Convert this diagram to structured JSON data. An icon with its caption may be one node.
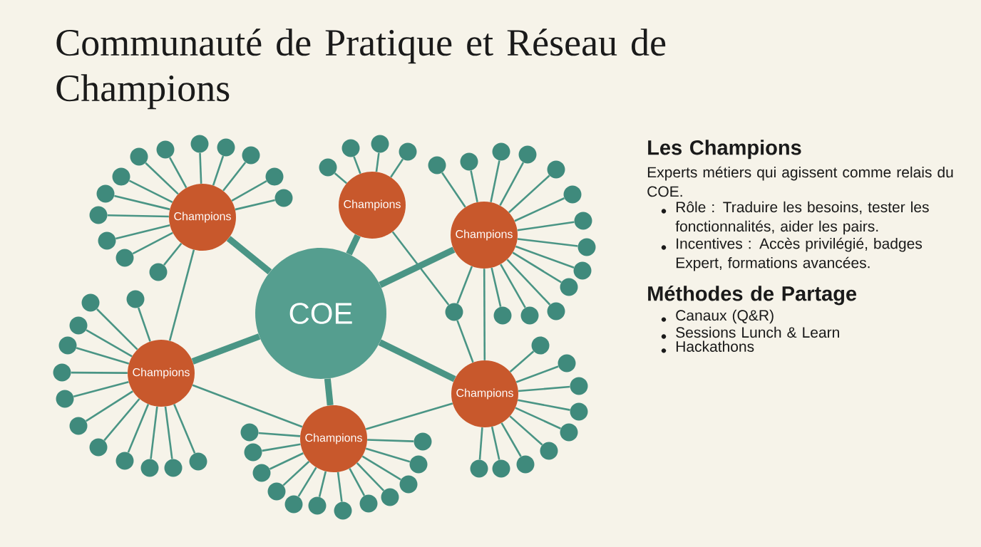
{
  "diagram": {
    "title": "Communauté de Pratique et Réseau de Champions",
    "nodes": [
      {
        "text": [
          "COE"
        ]
      },
      {
        "text": [
          "Champions"
        ]
      },
      {
        "text": [
          "Champions"
        ]
      },
      {
        "text": [
          "Champions"
        ]
      },
      {
        "text": [
          "Champions"
        ]
      },
      {
        "text": [
          "Champions"
        ]
      },
      {
        "text": [
          "Champions"
        ]
      },
      {
        "text": [],
        "shape": "circle"
      },
      {
        "text": [],
        "shape": "circle"
      },
      {
        "text": [],
        "shape": "circle"
      },
      {
        "text": [],
        "shape": "circle"
      },
      {
        "text": [],
        "shape": "circle"
      },
      {
        "text": [],
        "shape": "circle"
      },
      {
        "text": [],
        "shape": "circle"
      },
      {
        "text": [],
        "shape": "circle"
      },
      {
        "text": [],
        "shape": "circle"
      },
      {
        "text": [],
        "shape": "circle"
      },
      {
        "text": [],
        "shape": "circle"
      },
      {
        "text": [],
        "shape": "circle"
      },
      {
        "text": [],
        "shape": "circle"
      },
      {
        "text": [],
        "shape": "circle"
      },
      {
        "text": [],
        "shape": "circle"
      },
      {
        "text": [],
        "shape": "circle"
      },
      {
        "text": [],
        "shape": "circle"
      },
      {
        "text": [],
        "shape": "circle"
      },
      {
        "text": [],
        "shape": "circle"
      },
      {
        "text": [],
        "shape": "circle"
      },
      {
        "text": [],
        "shape": "circle"
      },
      {
        "text": [],
        "shape": "circle"
      },
      {
        "text": [],
        "shape": "circle"
      },
      {
        "text": [],
        "shape": "circle"
      },
      {
        "text": [],
        "shape": "circle"
      },
      {
        "text": [],
        "shape": "circle"
      },
      {
        "text": [],
        "shape": "circle"
      },
      {
        "text": [],
        "shape": "circle"
      },
      {
        "text": [],
        "shape": "circle"
      },
      {
        "text": [],
        "shape": "circle"
      },
      {
        "text": [],
        "shape": "circle"
      },
      {
        "text": [],
        "shape": "circle"
      },
      {
        "text": [],
        "shape": "circle"
      },
      {
        "text": [],
        "shape": "circle"
      },
      {
        "text": [],
        "shape": "circle"
      },
      {
        "text": [],
        "shape": "circle"
      },
      {
        "text": [],
        "shape": "circle"
      },
      {
        "text": [],
        "shape": "circle"
      },
      {
        "text": [],
        "shape": "circle"
      },
      {
        "text": [],
        "shape": "circle"
      },
      {
        "text": [],
        "shape": "circle"
      },
      {
        "text": [],
        "shape": "circle"
      },
      {
        "text": [],
        "shape": "circle"
      },
      {
        "text": [],
        "shape": "circle"
      },
      {
        "text": [],
        "shape": "circle"
      },
      {
        "text": [],
        "shape": "circle"
      },
      {
        "text": [],
        "shape": "circle"
      },
      {
        "text": [],
        "shape": "circle"
      },
      {
        "text": [],
        "shape": "circle"
      },
      {
        "text": [],
        "shape": "circle"
      },
      {
        "text": [],
        "shape": "circle"
      },
      {
        "text": [],
        "shape": "circle"
      },
      {
        "text": [],
        "shape": "circle"
      },
      {
        "text": [],
        "shape": "circle"
      },
      {
        "text": [],
        "shape": "circle"
      },
      {
        "text": [],
        "shape": "circle"
      },
      {
        "text": [],
        "shape": "circle"
      },
      {
        "text": [],
        "shape": "circle"
      },
      {
        "text": [],
        "shape": "circle"
      },
      {
        "text": [],
        "shape": "circle"
      },
      {
        "text": [],
        "shape": "circle"
      },
      {
        "text": [],
        "shape": "circle"
      },
      {
        "text": [],
        "shape": "circle"
      },
      {
        "text": [],
        "shape": "circle"
      }
    ],
    "edges": [
      {
        "from": 0,
        "to": 1,
        "arrow": "none",
        "style": "thick"
      },
      {
        "from": 0,
        "to": 2,
        "arrow": "none",
        "style": "thick"
      },
      {
        "from": 0,
        "to": 3,
        "arrow": "none",
        "style": "thick"
      },
      {
        "from": 0,
        "to": 4,
        "arrow": "none",
        "style": "thick"
      },
      {
        "from": 0,
        "to": 5,
        "arrow": "none",
        "style": "thick"
      },
      {
        "from": 0,
        "to": 6,
        "arrow": "none",
        "style": "thick"
      },
      {
        "from": 1,
        "to": 7,
        "arrow": "none"
      },
      {
        "from": 1,
        "to": 8,
        "arrow": "none"
      },
      {
        "from": 1,
        "to": 9,
        "arrow": "none"
      },
      {
        "from": 1,
        "to": 10,
        "arrow": "none"
      },
      {
        "from": 1,
        "to": 11,
        "arrow": "none"
      },
      {
        "from": 1,
        "to": 12,
        "arrow": "none"
      },
      {
        "from": 1,
        "to": 13,
        "arrow": "none"
      },
      {
        "from": 1,
        "to": 14,
        "arrow": "none"
      },
      {
        "from": 1,
        "to": 15,
        "arrow": "none"
      },
      {
        "from": 1,
        "to": 16,
        "arrow": "none"
      },
      {
        "from": 1,
        "to": 17,
        "arrow": "none"
      },
      {
        "from": 1,
        "to": 18,
        "arrow": "none"
      },
      {
        "from": 1,
        "to": 19,
        "arrow": "none"
      },
      {
        "from": 2,
        "to": 20,
        "arrow": "none"
      },
      {
        "from": 2,
        "to": 21,
        "arrow": "none"
      },
      {
        "from": 2,
        "to": 22,
        "arrow": "none"
      },
      {
        "from": 2,
        "to": 23,
        "arrow": "none"
      },
      {
        "from": 3,
        "to": 24,
        "arrow": "none"
      },
      {
        "from": 3,
        "to": 25,
        "arrow": "none"
      },
      {
        "from": 3,
        "to": 26,
        "arrow": "none"
      },
      {
        "from": 3,
        "to": 27,
        "arrow": "none"
      },
      {
        "from": 3,
        "to": 28,
        "arrow": "none"
      },
      {
        "from": 3,
        "to": 29,
        "arrow": "none"
      },
      {
        "from": 3,
        "to": 30,
        "arrow": "none"
      },
      {
        "from": 3,
        "to": 31,
        "arrow": "none"
      },
      {
        "from": 3,
        "to": 32,
        "arrow": "none"
      },
      {
        "from": 3,
        "to": 33,
        "arrow": "none"
      },
      {
        "from": 3,
        "to": 34,
        "arrow": "none"
      },
      {
        "from": 3,
        "to": 35,
        "arrow": "none"
      },
      {
        "from": 3,
        "to": 36,
        "arrow": "none"
      },
      {
        "from": 4,
        "to": 38,
        "arrow": "none"
      },
      {
        "from": 4,
        "to": 39,
        "arrow": "none"
      },
      {
        "from": 4,
        "to": 40,
        "arrow": "none"
      },
      {
        "from": 4,
        "to": 41,
        "arrow": "none"
      },
      {
        "from": 4,
        "to": 42,
        "arrow": "none"
      },
      {
        "from": 4,
        "to": 43,
        "arrow": "none"
      },
      {
        "from": 4,
        "to": 44,
        "arrow": "none"
      },
      {
        "from": 4,
        "to": 45,
        "arrow": "none"
      },
      {
        "from": 4,
        "to": 46,
        "arrow": "none"
      },
      {
        "from": 4,
        "to": 47,
        "arrow": "none"
      },
      {
        "from": 4,
        "to": 48,
        "arrow": "none"
      },
      {
        "from": 4,
        "to": 49,
        "arrow": "none"
      },
      {
        "from": 5,
        "to": 50,
        "arrow": "none"
      },
      {
        "from": 5,
        "to": 51,
        "arrow": "none"
      },
      {
        "from": 5,
        "to": 52,
        "arrow": "none"
      },
      {
        "from": 5,
        "to": 53,
        "arrow": "none"
      },
      {
        "from": 5,
        "to": 54,
        "arrow": "none"
      },
      {
        "from": 5,
        "to": 55,
        "arrow": "none"
      },
      {
        "from": 5,
        "to": 56,
        "arrow": "none"
      },
      {
        "from": 5,
        "to": 57,
        "arrow": "none"
      },
      {
        "from": 5,
        "to": 58,
        "arrow": "none"
      },
      {
        "from": 5,
        "to": 59,
        "arrow": "none"
      },
      {
        "from": 5,
        "to": 60,
        "arrow": "none"
      },
      {
        "from": 5,
        "to": 61,
        "arrow": "none"
      },
      {
        "from": 6,
        "to": 62,
        "arrow": "none"
      },
      {
        "from": 6,
        "to": 63,
        "arrow": "none"
      },
      {
        "from": 6,
        "to": 64,
        "arrow": "none"
      },
      {
        "from": 6,
        "to": 65,
        "arrow": "none"
      },
      {
        "from": 6,
        "to": 66,
        "arrow": "none"
      },
      {
        "from": 6,
        "to": 67,
        "arrow": "none"
      },
      {
        "from": 6,
        "to": 68,
        "arrow": "none"
      },
      {
        "from": 6,
        "to": 69,
        "arrow": "none"
      },
      {
        "from": 6,
        "to": 70,
        "arrow": "none"
      },
      {
        "from": 1,
        "to": 4,
        "arrow": "none"
      },
      {
        "from": 4,
        "to": 5,
        "arrow": "none"
      },
      {
        "from": 5,
        "to": 6,
        "arrow": "none"
      },
      {
        "from": 3,
        "to": 6,
        "arrow": "none"
      },
      {
        "from": 2,
        "to": 37,
        "arrow": "none"
      },
      {
        "from": 3,
        "to": 37,
        "arrow": "none"
      },
      {
        "from": 37,
        "to": 6,
        "arrow": "none"
      }
    ],
    "labels": [
      "Les Champions",
      "Experts métiers qui agissent comme relais du COE.",
      "Rôle : Traduire les besoins, tester les fonctionnalités, aider les pairs.",
      "Incentives : Accès privilégié, badges Expert, formations avancées.",
      "Méthodes de Partage",
      "Canaux (Q&R)",
      "Sessions Lunch & Learn",
      "Hackathons"
    ]
  }
}
